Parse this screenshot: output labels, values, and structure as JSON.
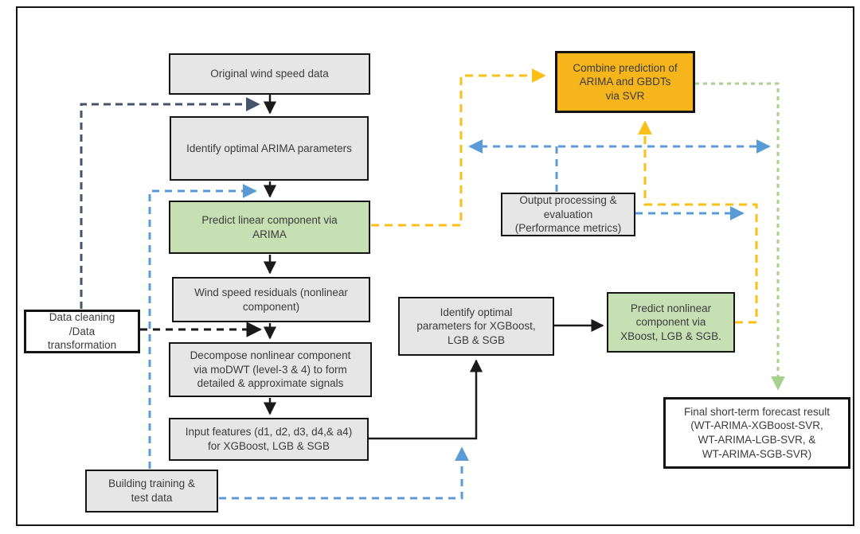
{
  "diagram": {
    "nodes": {
      "original": {
        "label": "Original wind speed data"
      },
      "identify_arima": {
        "label": "Identify optimal ARIMA parameters"
      },
      "predict_linear": {
        "label": "Predict linear component via\nARIMA"
      },
      "residuals": {
        "label": "Wind speed  residuals (nonlinear\ncomponent)"
      },
      "decompose": {
        "label": "Decompose nonlinear component\nvia moDWT (level-3 & 4) to form\ndetailed & approximate signals"
      },
      "input_features": {
        "label": "Input features (d1, d2, d3, d4,& a4)\nfor XGBoost, LGB & SGB"
      },
      "building": {
        "label": "Building training &\ntest data"
      },
      "data_cleaning": {
        "label": "Data cleaning\n/Data\ntransformation"
      },
      "identify_gbdt": {
        "label": "Identify optimal\nparameters for XGBoost,\nLGB & SGB"
      },
      "predict_nonlinear": {
        "label": "Predict nonlinear\ncomponent via\nXBoost, LGB & SGB."
      },
      "combine": {
        "label": "Combine prediction of\nARIMA and GBDTs\nvia SVR"
      },
      "output": {
        "label": "Output processing &\nevaluation\n(Performance metrics)"
      },
      "final": {
        "label": "Final short-term forecast result\n(WT-ARIMA-XGBoost-SVR,\nWT-ARIMA-LGB-SVR, &\nWT-ARIMA-SGB-SVR)"
      }
    },
    "colors": {
      "node_gray": "#E7E6E6",
      "node_green": "#C6E0B4",
      "node_orange": "#F5B51B",
      "node_white": "#FFFFFF",
      "border": "#141414",
      "text": "#3B3B3B",
      "wire_black": "#1A1A1A",
      "wire_navy": "#44546A",
      "wire_blue": "#5B9BD5",
      "wire_yellow": "#FBBF17",
      "wire_green": "#A9D18E"
    },
    "edges": [
      {
        "from": "original",
        "to": "identify_arima",
        "style": "solid",
        "color": "black"
      },
      {
        "from": "identify_arima",
        "to": "predict_linear",
        "style": "solid",
        "color": "black"
      },
      {
        "from": "predict_linear",
        "to": "residuals",
        "style": "solid",
        "color": "black"
      },
      {
        "from": "residuals",
        "to": "decompose",
        "style": "solid",
        "color": "black"
      },
      {
        "from": "decompose",
        "to": "input_features",
        "style": "solid",
        "color": "black"
      },
      {
        "from": "input_features",
        "to": "identify_gbdt",
        "style": "solid",
        "color": "black"
      },
      {
        "from": "identify_gbdt",
        "to": "predict_nonlinear",
        "style": "solid",
        "color": "black"
      },
      {
        "from": "data_cleaning",
        "to": "original-identify_arima link",
        "style": "dashed",
        "color": "navy"
      },
      {
        "from": "data_cleaning",
        "to": "residuals-decompose link",
        "style": "dashed",
        "color": "black"
      },
      {
        "from": "building",
        "to": "identify_arima-predict_linear link",
        "style": "dashed",
        "color": "blue"
      },
      {
        "from": "building",
        "to": "input_features-identify_gbdt link",
        "style": "dashed",
        "color": "blue"
      },
      {
        "from": "predict_linear",
        "to": "combine",
        "style": "dashed",
        "color": "yellow"
      },
      {
        "from": "predict_nonlinear",
        "to": "combine",
        "style": "dashed",
        "color": "yellow"
      },
      {
        "from": "combine",
        "to": "final",
        "style": "dashed",
        "color": "green"
      },
      {
        "from": "output",
        "to": "yellow ARIMA flow (left)",
        "style": "dashed",
        "color": "blue"
      },
      {
        "from": "output",
        "to": "green result flow (right)",
        "style": "dashed",
        "color": "blue"
      },
      {
        "from": "output",
        "to": "yellow GBDT flow",
        "style": "dashed",
        "color": "blue"
      }
    ]
  }
}
